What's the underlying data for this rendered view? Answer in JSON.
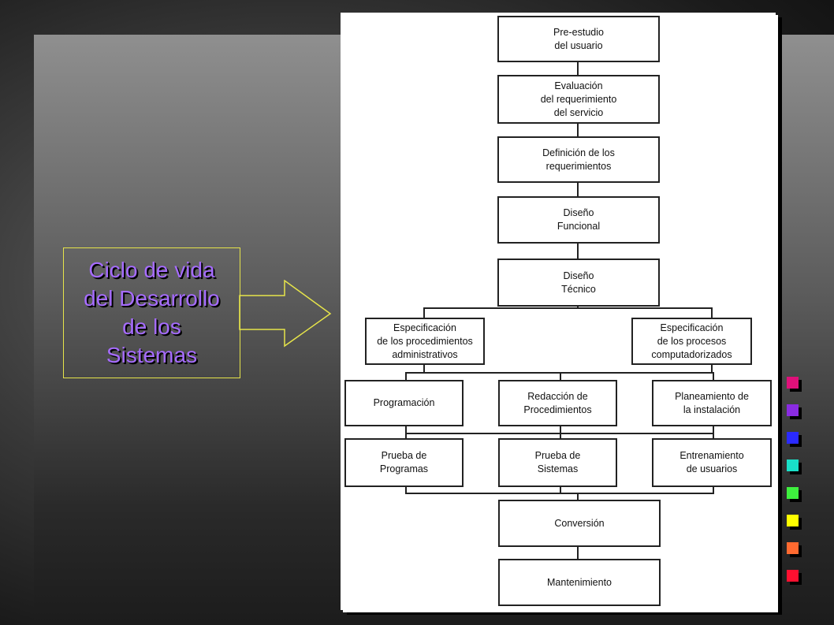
{
  "slide": {
    "title_lines": [
      "Ciclo de vida",
      "del Desarrollo",
      "de los",
      "Sistemas"
    ],
    "title_color": "#a66cff",
    "frame_color": "#e6e44a",
    "bullet_colors": [
      "#e0107a",
      "#8a2be2",
      "#2a2aff",
      "#19e0c8",
      "#3ef03e",
      "#ffff00",
      "#ff6a30",
      "#ff1030"
    ]
  },
  "diagram": {
    "pre_estudio": [
      "Pre-estudio",
      "del usuario"
    ],
    "evaluacion": [
      "Evaluación",
      "del requerimiento",
      "del servicio"
    ],
    "definicion": [
      "Definición de los",
      "requerimientos"
    ],
    "diseno_funcional": [
      "Diseño",
      "Funcional"
    ],
    "diseno_tecnico": [
      "Diseño",
      "Técnico"
    ],
    "esp_administrativos": [
      "Especificación",
      "de los procedimientos",
      "administrativos"
    ],
    "esp_computadorizados": [
      "Especificación",
      "de los procesos",
      "computadorizados"
    ],
    "programacion": [
      "Programación"
    ],
    "redaccion": [
      "Redacción de",
      "Procedimientos"
    ],
    "planeamiento": [
      "Planeamiento de",
      "la instalación"
    ],
    "prueba_programas": [
      "Prueba de",
      "Programas"
    ],
    "prueba_sistemas": [
      "Prueba de",
      "Sistemas"
    ],
    "entrenamiento": [
      "Entrenamiento",
      "de usuarios"
    ],
    "conversion": [
      "Conversión"
    ],
    "mantenimiento": [
      "Mantenimiento"
    ]
  }
}
